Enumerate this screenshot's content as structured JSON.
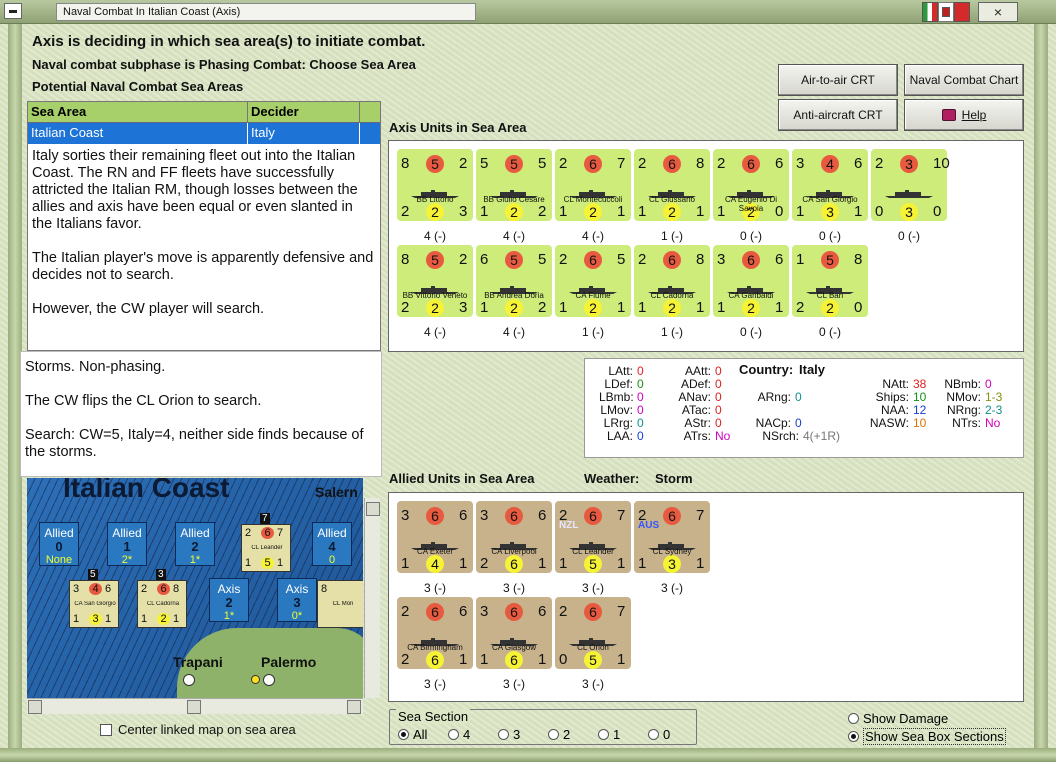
{
  "window": {
    "title": "Naval Combat In Italian Coast (Axis)",
    "close_label": "×"
  },
  "headers": {
    "line1": "Axis is deciding in which sea area(s) to initiate combat.",
    "line2": "Naval combat subphase is Phasing Combat: Choose Sea Area",
    "line3": "Potential Naval Combat Sea Areas"
  },
  "buttons": {
    "air_crt": "Air-to-air CRT",
    "naval_chart": "Naval Combat Chart",
    "aa_crt": "Anti-aircraft CRT",
    "help": "Help"
  },
  "sea_table": {
    "col1": "Sea Area",
    "col2": "Decider",
    "row": {
      "area": "Italian Coast",
      "decider": "Italy"
    }
  },
  "notes": {
    "p1": "Italy sorties their remaining fleet out into the Italian Coast.   The RN and FF fleets have successfully attricted the Italian RM, though losses between the allies and axis have been equal or even slanted in the Italians favor.",
    "p2": "The Italian player's move is apparently defensive and decides not to search.",
    "p3": "However, the CW player will search.",
    "p4": "Storms.  Non-phasing.",
    "p5": "The CW flips the CL Orion to search.",
    "p6": "Search:  CW=5, Italy=4, neither side finds because of the storms."
  },
  "map": {
    "title": "Italian Coast",
    "cities": {
      "salerno": "Salern",
      "trapani": "Trapani",
      "palermo": "Palermo"
    },
    "allied_boxes": [
      {
        "label": "Allied",
        "num": "0",
        "sub": "None"
      },
      {
        "label": "Allied",
        "num": "1",
        "sub": "2*"
      },
      {
        "label": "Allied",
        "num": "2",
        "sub": "1*"
      },
      {
        "label": "Allied",
        "num": "4",
        "sub": "0"
      }
    ],
    "axis_boxes": [
      {
        "label": "Axis",
        "num": "2",
        "sub": "1*"
      },
      {
        "label": "Axis",
        "num": "3",
        "sub": "0*"
      }
    ],
    "stacks": [
      {
        "count": "7",
        "top": [
          "2",
          "6",
          "7"
        ],
        "bot": [
          "1",
          "5",
          "1"
        ],
        "name": "CL Leander"
      },
      {
        "count": "5",
        "top": [
          "3",
          "4",
          "6"
        ],
        "bot": [
          "1",
          "3",
          "1"
        ],
        "name": "CA San Giorgio"
      },
      {
        "count": "3",
        "top": [
          "2",
          "6",
          "8"
        ],
        "bot": [
          "1",
          "2",
          "1"
        ],
        "name": "CL Cadorna"
      },
      {
        "count": "",
        "top": [
          "8",
          "",
          ""
        ],
        "bot": [
          "",
          "",
          ""
        ],
        "name": "CL Mon"
      }
    ]
  },
  "center_linked": "Center linked map on sea area",
  "axis_section": {
    "title": "Axis Units in Sea Area",
    "units": [
      {
        "name": "BB Littorio",
        "top": [
          "8",
          "5",
          "2"
        ],
        "bot": [
          "2",
          "2",
          "3"
        ],
        "under": "4 (-)"
      },
      {
        "name": "BB Giulio Cesare",
        "top": [
          "5",
          "5",
          "5"
        ],
        "bot": [
          "1",
          "2",
          "2"
        ],
        "under": "4 (-)"
      },
      {
        "name": "CL Montecuccoli",
        "top": [
          "2",
          "6",
          "7"
        ],
        "bot": [
          "1",
          "2",
          "1"
        ],
        "under": "4 (-)"
      },
      {
        "name": "CL Giussano",
        "top": [
          "2",
          "6",
          "8"
        ],
        "bot": [
          "1",
          "2",
          "1"
        ],
        "under": "1 (-)"
      },
      {
        "name": "CA Eugenio Di Savoia",
        "top": [
          "2",
          "6",
          "6"
        ],
        "bot": [
          "1",
          "2",
          "0"
        ],
        "under": "0 (-)"
      },
      {
        "name": "CA San Giorgio",
        "top": [
          "3",
          "4",
          "6"
        ],
        "bot": [
          "1",
          "3",
          "1"
        ],
        "under": "0 (-)"
      },
      {
        "name": "",
        "top": [
          "2",
          "3",
          "10"
        ],
        "bot": [
          "0",
          "3",
          "0"
        ],
        "under": "0 (-)"
      },
      {
        "name": "BB Vittorio Veneto",
        "top": [
          "8",
          "5",
          "2"
        ],
        "bot": [
          "2",
          "2",
          "3"
        ],
        "under": "4 (-)"
      },
      {
        "name": "BB Andrea Doria",
        "top": [
          "6",
          "5",
          "5"
        ],
        "bot": [
          "1",
          "2",
          "2"
        ],
        "under": "4 (-)"
      },
      {
        "name": "CA Fiume",
        "top": [
          "2",
          "6",
          "5"
        ],
        "bot": [
          "1",
          "2",
          "1"
        ],
        "under": "1 (-)"
      },
      {
        "name": "CL Cadorna",
        "top": [
          "2",
          "6",
          "8"
        ],
        "bot": [
          "1",
          "2",
          "1"
        ],
        "under": "1 (-)"
      },
      {
        "name": "CA Garibaldi",
        "top": [
          "3",
          "6",
          "6"
        ],
        "bot": [
          "1",
          "2",
          "1"
        ],
        "under": "0 (-)"
      },
      {
        "name": "CL Bari",
        "top": [
          "1",
          "5",
          "8"
        ],
        "bot": [
          "2",
          "2",
          "0"
        ],
        "under": "0 (-)"
      }
    ]
  },
  "stats": {
    "country_label": "Country:",
    "country": "Italy",
    "col1": [
      [
        "LAtt:",
        "0"
      ],
      [
        "LDef:",
        "0"
      ],
      [
        "LBmb:",
        "0"
      ],
      [
        "LMov:",
        "0"
      ],
      [
        "LRrg:",
        "0"
      ],
      [
        "LAA:",
        "0"
      ]
    ],
    "col2": [
      [
        "AAtt:",
        "0"
      ],
      [
        "ADef:",
        "0"
      ],
      [
        "ANav:",
        "0"
      ],
      [
        "ATac:",
        "0"
      ],
      [
        "AStr:",
        "0"
      ],
      [
        "ATrs:",
        "No"
      ]
    ],
    "col3": [
      [
        "ARng:",
        "0"
      ],
      [
        "NACp:",
        "0"
      ],
      [
        "NSrch:",
        "4(+1R)"
      ]
    ],
    "col4": [
      [
        "NAtt:",
        "38"
      ],
      [
        "Ships:",
        "10"
      ],
      [
        "NAA:",
        "12"
      ],
      [
        "NASW:",
        "10"
      ]
    ],
    "col5": [
      [
        "NBmb:",
        "0"
      ],
      [
        "NMov:",
        "1-3"
      ],
      [
        "NRng:",
        "2-3"
      ],
      [
        "NTrs:",
        "No"
      ]
    ]
  },
  "allied_section": {
    "title": "Allied Units in Sea Area",
    "weather_label": "Weather:",
    "weather": "Storm",
    "units": [
      {
        "name": "CA Exeter",
        "top": [
          "3",
          "6",
          "6"
        ],
        "bot": [
          "1",
          "4",
          "1"
        ],
        "under": "3 (-)",
        "flag": ""
      },
      {
        "name": "CA Liverpool",
        "top": [
          "3",
          "6",
          "6"
        ],
        "bot": [
          "2",
          "6",
          "1"
        ],
        "under": "3 (-)",
        "flag": ""
      },
      {
        "name": "CL Leander",
        "top": [
          "2",
          "6",
          "7"
        ],
        "bot": [
          "1",
          "5",
          "1"
        ],
        "under": "3 (-)",
        "flag": "NZL"
      },
      {
        "name": "CL Sydney",
        "top": [
          "2",
          "6",
          "7"
        ],
        "bot": [
          "1",
          "3",
          "1"
        ],
        "under": "3 (-)",
        "flag": "AUS"
      },
      {
        "name": "CA Birmingham",
        "top": [
          "2",
          "6",
          "6"
        ],
        "bot": [
          "2",
          "6",
          "1"
        ],
        "under": "3 (-)",
        "flag": ""
      },
      {
        "name": "CA Glasgow",
        "top": [
          "3",
          "6",
          "6"
        ],
        "bot": [
          "1",
          "6",
          "1"
        ],
        "under": "3 (-)",
        "flag": ""
      },
      {
        "name": "CL Orion",
        "top": [
          "2",
          "6",
          "7"
        ],
        "bot": [
          "0",
          "5",
          "1"
        ],
        "under": "3 (-)",
        "flag": ""
      }
    ]
  },
  "sea_section": {
    "title": "Sea Section",
    "options": [
      "All",
      "4",
      "3",
      "2",
      "1",
      "0"
    ],
    "selected": "All"
  },
  "options": {
    "show_damage": "Show Damage",
    "show_sea_box": "Show Sea Box Sections"
  },
  "colors": {
    "axis_counter": "#cdec7a",
    "allied_counter": "#c8b28c",
    "selection": "#1d73d6",
    "header_green": "#a8d06a"
  }
}
